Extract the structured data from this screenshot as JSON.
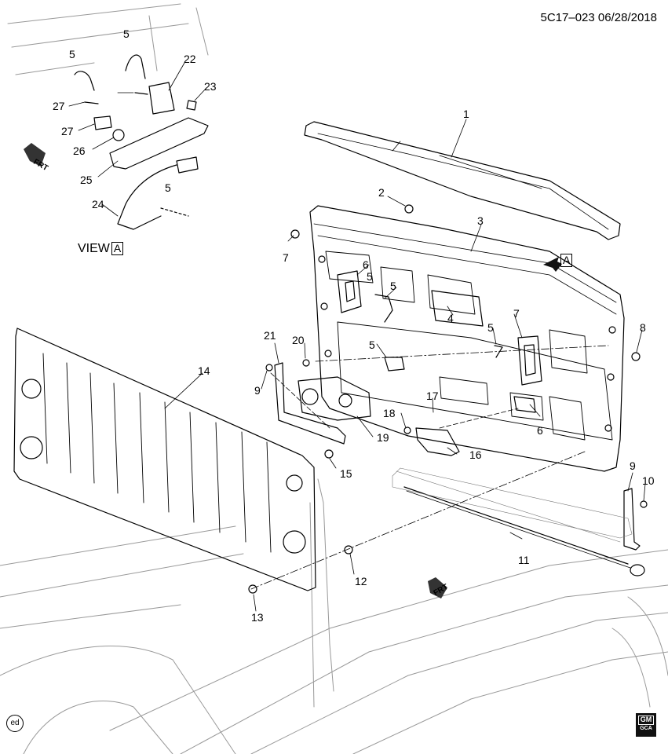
{
  "header": {
    "code": "5C17–023  06/28/2018"
  },
  "view_label": {
    "text": "VIEW",
    "letter": "A"
  },
  "view_arrow_letter": "A",
  "frt_label": "FRT",
  "footer": {
    "ed_mark": "ed",
    "gm_top": "GM",
    "gm_bottom": "GCA"
  },
  "callouts": [
    "1",
    "2",
    "3",
    "4",
    "5",
    "5",
    "5",
    "5",
    "5",
    "5",
    "5",
    "6",
    "6",
    "7",
    "7",
    "8",
    "9",
    "9",
    "10",
    "11",
    "12",
    "13",
    "14",
    "15",
    "16",
    "17",
    "18",
    "19",
    "20",
    "21",
    "22",
    "23",
    "24",
    "25",
    "26",
    "27",
    "27"
  ]
}
